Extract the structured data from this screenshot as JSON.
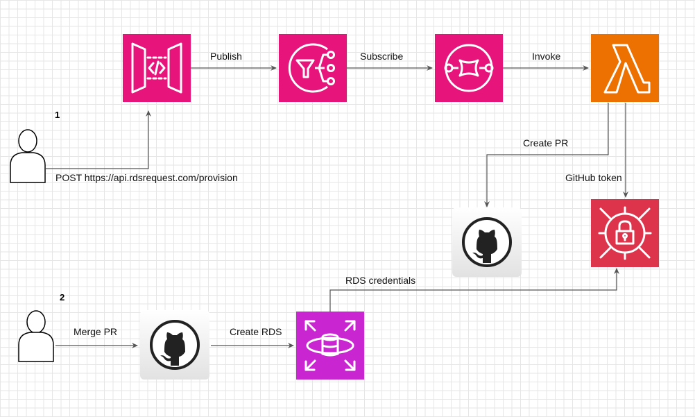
{
  "labels": {
    "step1": "1",
    "step2": "2",
    "publish": "Publish",
    "subscribe": "Subscribe",
    "invoke": "Invoke",
    "create_pr": "Create PR",
    "github_token": "GitHub token",
    "post_request": "POST https://api.rdsrequest.com/provision",
    "merge_pr": "Merge PR",
    "create_rds": "Create RDS",
    "rds_credentials": "RDS credentials"
  },
  "icons": {
    "api_gateway": "api-gateway-icon",
    "sns": "sns-topic-icon",
    "sqs": "sqs-queue-icon",
    "lambda": "lambda-icon",
    "github": "github-icon",
    "secrets_manager": "secrets-manager-icon",
    "rds": "rds-database-icon",
    "user": "user-icon"
  },
  "colors": {
    "app_integration": "#e7157b",
    "compute": "#ed7100",
    "security": "#dd344c",
    "database": "#c925d1",
    "github_bg": "#f4f4f4",
    "connector": "#555555"
  }
}
